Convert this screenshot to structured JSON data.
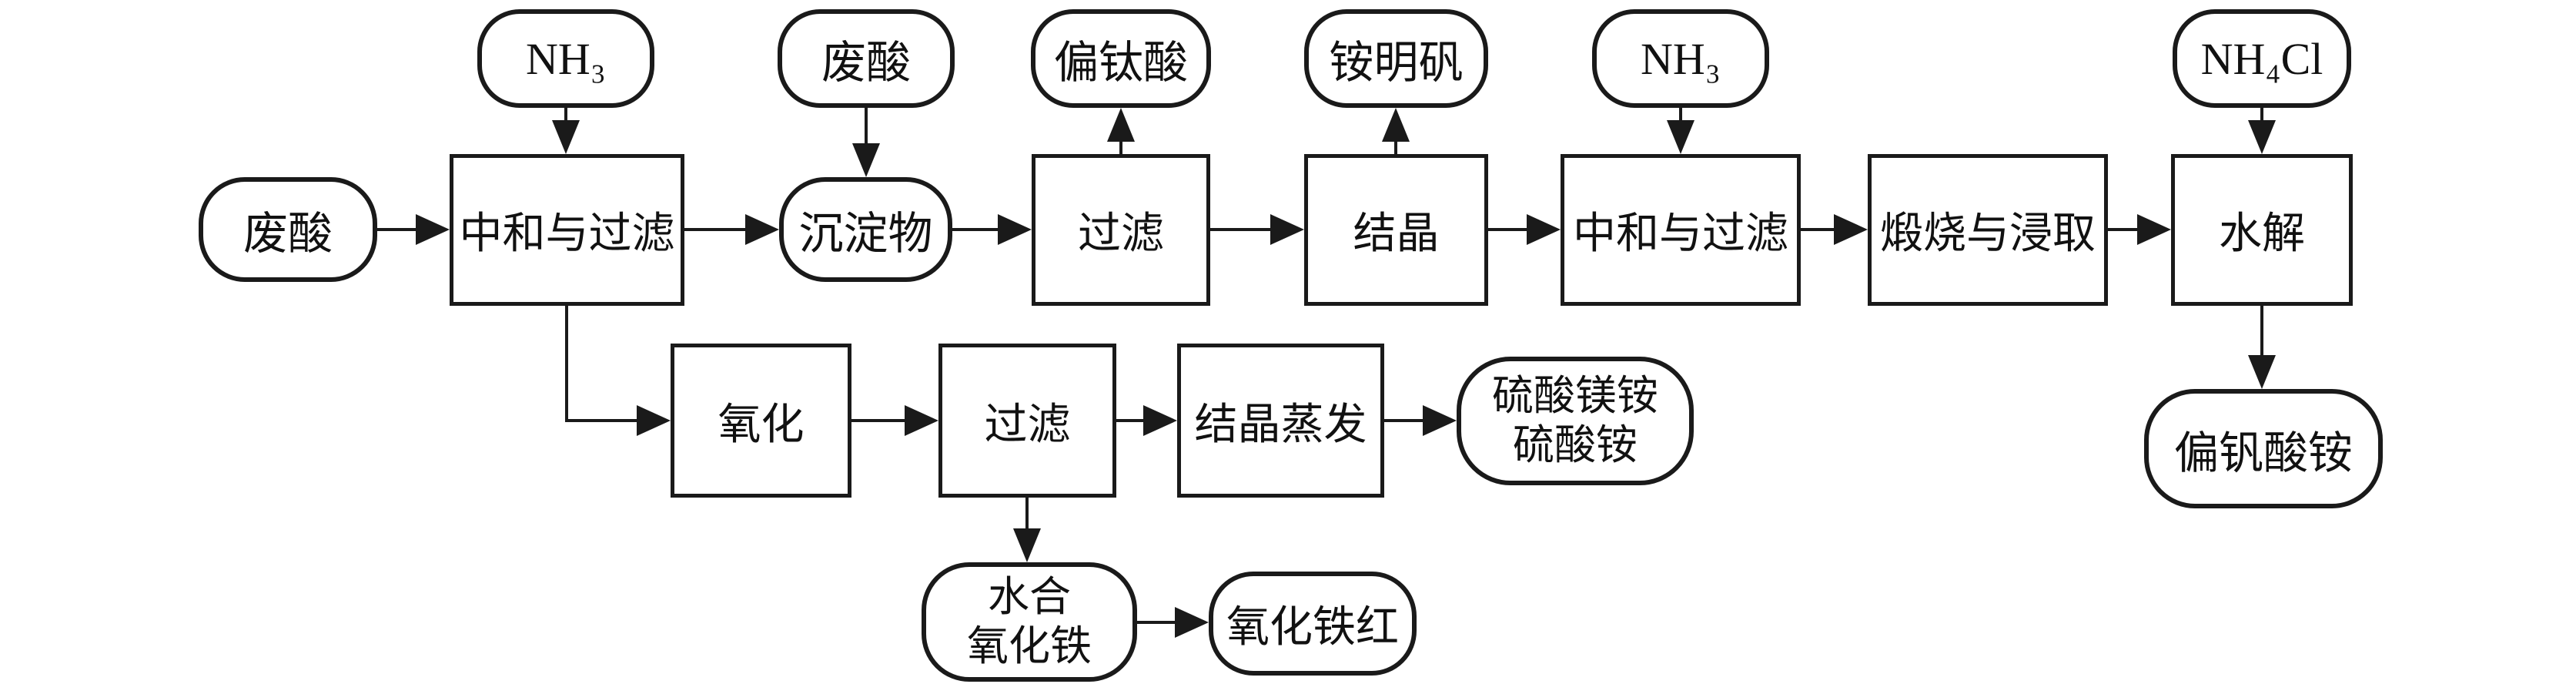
{
  "diagram": {
    "background": "#ffffff",
    "ink": "#1a1a1a",
    "nodes": {
      "nh3_top_left": "NH₃",
      "waste_acid_main": "废酸",
      "neutralize_filter_1": "中和与过滤",
      "waste_acid_top": "废酸",
      "precipitate": "沉淀物",
      "filter_1": "过滤",
      "metatitanic_acid": "偏钛酸",
      "crystallize": "结晶",
      "ammonium_alum": "铵明矾",
      "nh3_top_right": "NH₃",
      "neutralize_filter_2": "中和与过滤",
      "calcine_leach": "煅烧与浸取",
      "ammonium_chloride": "NH₄Cl",
      "hydrolysis": "水解",
      "ammonium_metavanadate": "偏钒酸铵",
      "oxidation": "氧化",
      "filter_2": "过滤",
      "crystallize_evaporate": "结晶蒸发",
      "mg_ammonium_sulfate_line1": "硫酸镁铵",
      "mg_ammonium_sulfate_line2": "硫酸铵",
      "hydrated_iron_oxide_line1": "水合",
      "hydrated_iron_oxide_line2": "氧化铁",
      "iron_oxide_red": "氧化铁红"
    }
  }
}
